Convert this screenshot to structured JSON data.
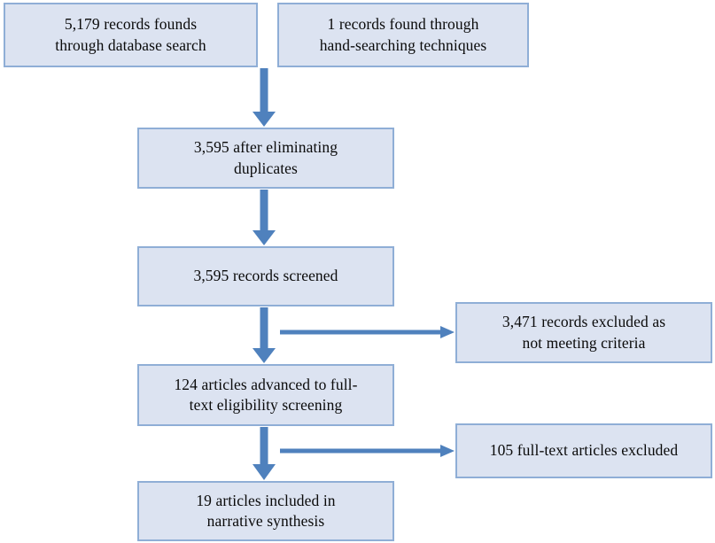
{
  "diagram": {
    "type": "prisma-flow-diagram",
    "colors": {
      "box_fill": "#dce3f1",
      "box_border": "#8faed6",
      "arrow": "#4f81bd",
      "text": "#0a0a0a",
      "background": "#ffffff"
    },
    "boxes": [
      {
        "id": "database-records",
        "lines": [
          "5,179 records founds",
          "through database search"
        ],
        "count": 5179
      },
      {
        "id": "hand-search-records",
        "lines": [
          "1 records found through",
          "hand-searching techniques"
        ],
        "count": 1
      },
      {
        "id": "after-duplicates",
        "lines": [
          "3,595 after eliminating",
          "duplicates"
        ],
        "count": 3595
      },
      {
        "id": "records-screened",
        "lines": [
          "3,595 records screened"
        ],
        "count": 3595
      },
      {
        "id": "records-excluded",
        "lines": [
          "3,471 records excluded as",
          "not meeting criteria"
        ],
        "count": 3471
      },
      {
        "id": "full-text-eligibility",
        "lines": [
          "124 articles advanced to full-",
          "text eligibility screening"
        ],
        "count": 124
      },
      {
        "id": "full-text-excluded",
        "lines": [
          "105 full-text articles excluded"
        ],
        "count": 105
      },
      {
        "id": "included-synthesis",
        "lines": [
          "19 articles included in",
          "narrative synthesis"
        ],
        "count": 19
      }
    ],
    "connectors": [
      {
        "id": "merge-to-duplicates",
        "from": "database-records",
        "to": "after-duplicates",
        "direction": "down"
      },
      {
        "id": "duplicates-to-screened",
        "from": "after-duplicates",
        "to": "records-screened",
        "direction": "down"
      },
      {
        "id": "screened-to-fulltext",
        "from": "records-screened",
        "to": "full-text-eligibility",
        "direction": "down"
      },
      {
        "id": "screened-to-excluded",
        "from": "records-screened",
        "to": "records-excluded",
        "direction": "right"
      },
      {
        "id": "fulltext-to-included",
        "from": "full-text-eligibility",
        "to": "included-synthesis",
        "direction": "down"
      },
      {
        "id": "fulltext-to-excluded",
        "from": "full-text-eligibility",
        "to": "full-text-excluded",
        "direction": "right"
      }
    ]
  }
}
